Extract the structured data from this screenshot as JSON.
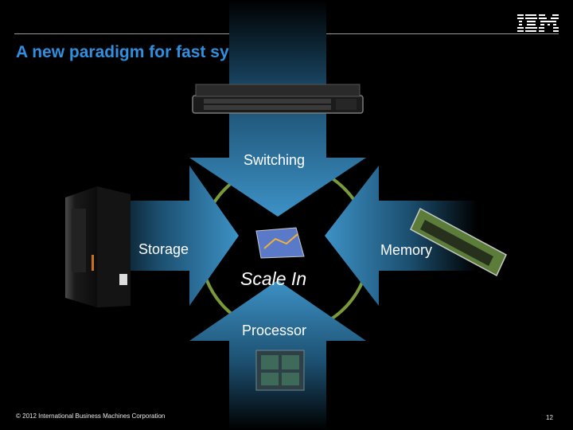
{
  "slide": {
    "logo": "IBM",
    "title": "A new paradigm for fast systems",
    "labels": {
      "switching": "Switching",
      "storage": "Storage",
      "memory": "Memory",
      "center": "Scale In",
      "processor": "Processor"
    },
    "footer": "© 2012 International Business Machines Corporation",
    "page_number": "12"
  },
  "colors": {
    "title": "#2f8fe0",
    "circle": "#7a9a3a",
    "arrow_glow": "#2e7fb0",
    "background": "#000000"
  },
  "icons": [
    "ibm-logo",
    "network-switch-icon",
    "server-rack-icon",
    "memory-module-icon",
    "chart-thumbnail-icon",
    "processor-chip-icon"
  ]
}
